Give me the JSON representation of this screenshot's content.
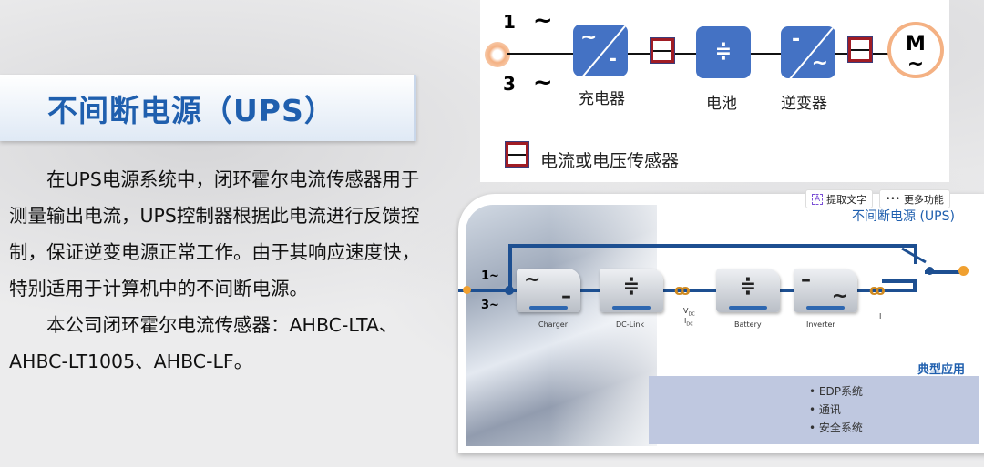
{
  "slide": {
    "title": "不间断电源（UPS）",
    "paragraph1": "在UPS电源系统中，闭环霍尔电流传感器用于测量输出电流，UPS控制器根据此电流进行反馈控制，保证逆变电源正常工作。由于其响应速度快，特别适用于计算机中的不间断电源。",
    "paragraph2": "本公司闭环霍尔电流传感器：AHBC-LTA、AHBC-LT1005、AHBC-LF。"
  },
  "top_diagram": {
    "phase1": "1",
    "phase3": "3",
    "tilde": "~",
    "charger_label": "充电器",
    "battery_label": "电池",
    "inverter_label": "逆变器",
    "motor": "M",
    "legend": "电流或电压传感器",
    "colors": {
      "block": "#4472c4",
      "sensor": "#a01c24",
      "source": "#f4b183"
    }
  },
  "bottom_diagram": {
    "title": "不间断电源 (UPS)",
    "phase1": "1~",
    "phase3": "3~",
    "modules": [
      "Charger",
      "DC-Link",
      "Battery",
      "Inverter"
    ],
    "vdc": "V",
    "vdc_sub": "DC",
    "idc": "I",
    "idc_sub": "DC",
    "i_label": "I",
    "apps_title": "典型应用",
    "apps": [
      "• EDP系统",
      "• 通讯",
      "• 安全系统"
    ]
  },
  "toolbar": {
    "extract_text": "提取文字",
    "more": "更多功能",
    "extract_icon": "A"
  }
}
